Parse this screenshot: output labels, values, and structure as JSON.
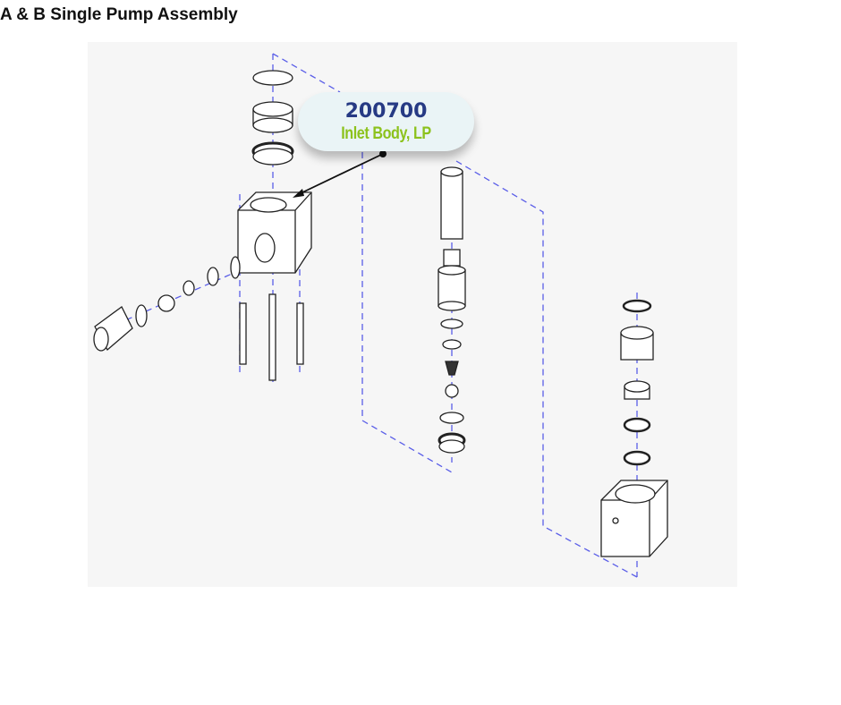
{
  "page_title": "A & B Single Pump Assembly",
  "callout": {
    "part_number": "200700",
    "part_description": "Inlet Body, LP"
  },
  "colors": {
    "part_number": "#263a84",
    "description": "#8cc21c",
    "axis_lines": "#4a4ee0"
  }
}
